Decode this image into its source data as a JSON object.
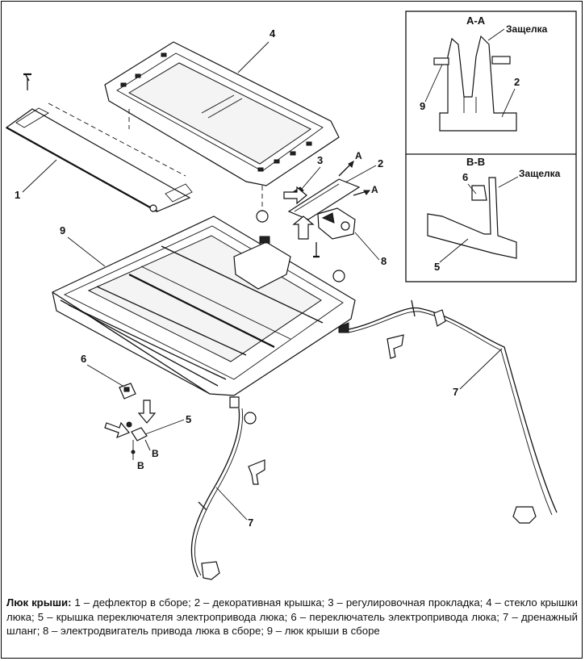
{
  "diagram": {
    "callouts": {
      "c1": "1",
      "c2": "2",
      "c3": "3",
      "c4": "4",
      "c5": "5",
      "c6": "6",
      "c7a": "7",
      "c7b": "7",
      "c8": "8",
      "c9": "9"
    },
    "section_marks": {
      "a_top": "A",
      "a_bottom": "A",
      "b_left": "B",
      "b_right": "B"
    },
    "inset_aa": {
      "title": "A-A",
      "latch_label": "Защелка",
      "label_9": "9",
      "label_2": "2"
    },
    "inset_bb": {
      "title": "B-B",
      "latch_label": "Защелка",
      "label_6": "6",
      "label_5": "5"
    }
  },
  "caption": {
    "heading": "Люк крыши:",
    "text": " 1 – дефлектор в сборе; 2 – декоративная крышка; 3 – регулировочная прокладка; 4 – стекло крышки люка; 5 – крышка переключателя электропривода люка; 6 – переключатель электропривода люка; 7 – дренажный шланг; 8 – электродвигатель привода люка в сборе; 9 – люк крыши в сборе"
  }
}
